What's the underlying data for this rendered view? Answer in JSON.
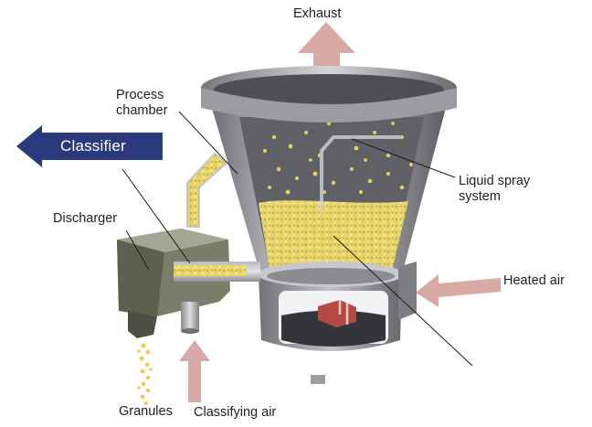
{
  "labels": {
    "exhaust": "Exhaust",
    "classifier": "Classifier",
    "process_chamber": "Process\nchamber",
    "liquid_spray_system": "Liquid spray\nsystem",
    "discharger": "Discharger",
    "heated_air": "Heated air",
    "granules": "Granules",
    "classifying_air": "Classifying air"
  },
  "colors": {
    "classifier_arrow": "#2a3a7a",
    "air_arrow": "#d9a9a5",
    "granule": "#e6cf5a",
    "metal": "#8d8f94",
    "discharger_body": "#7a7d69"
  }
}
